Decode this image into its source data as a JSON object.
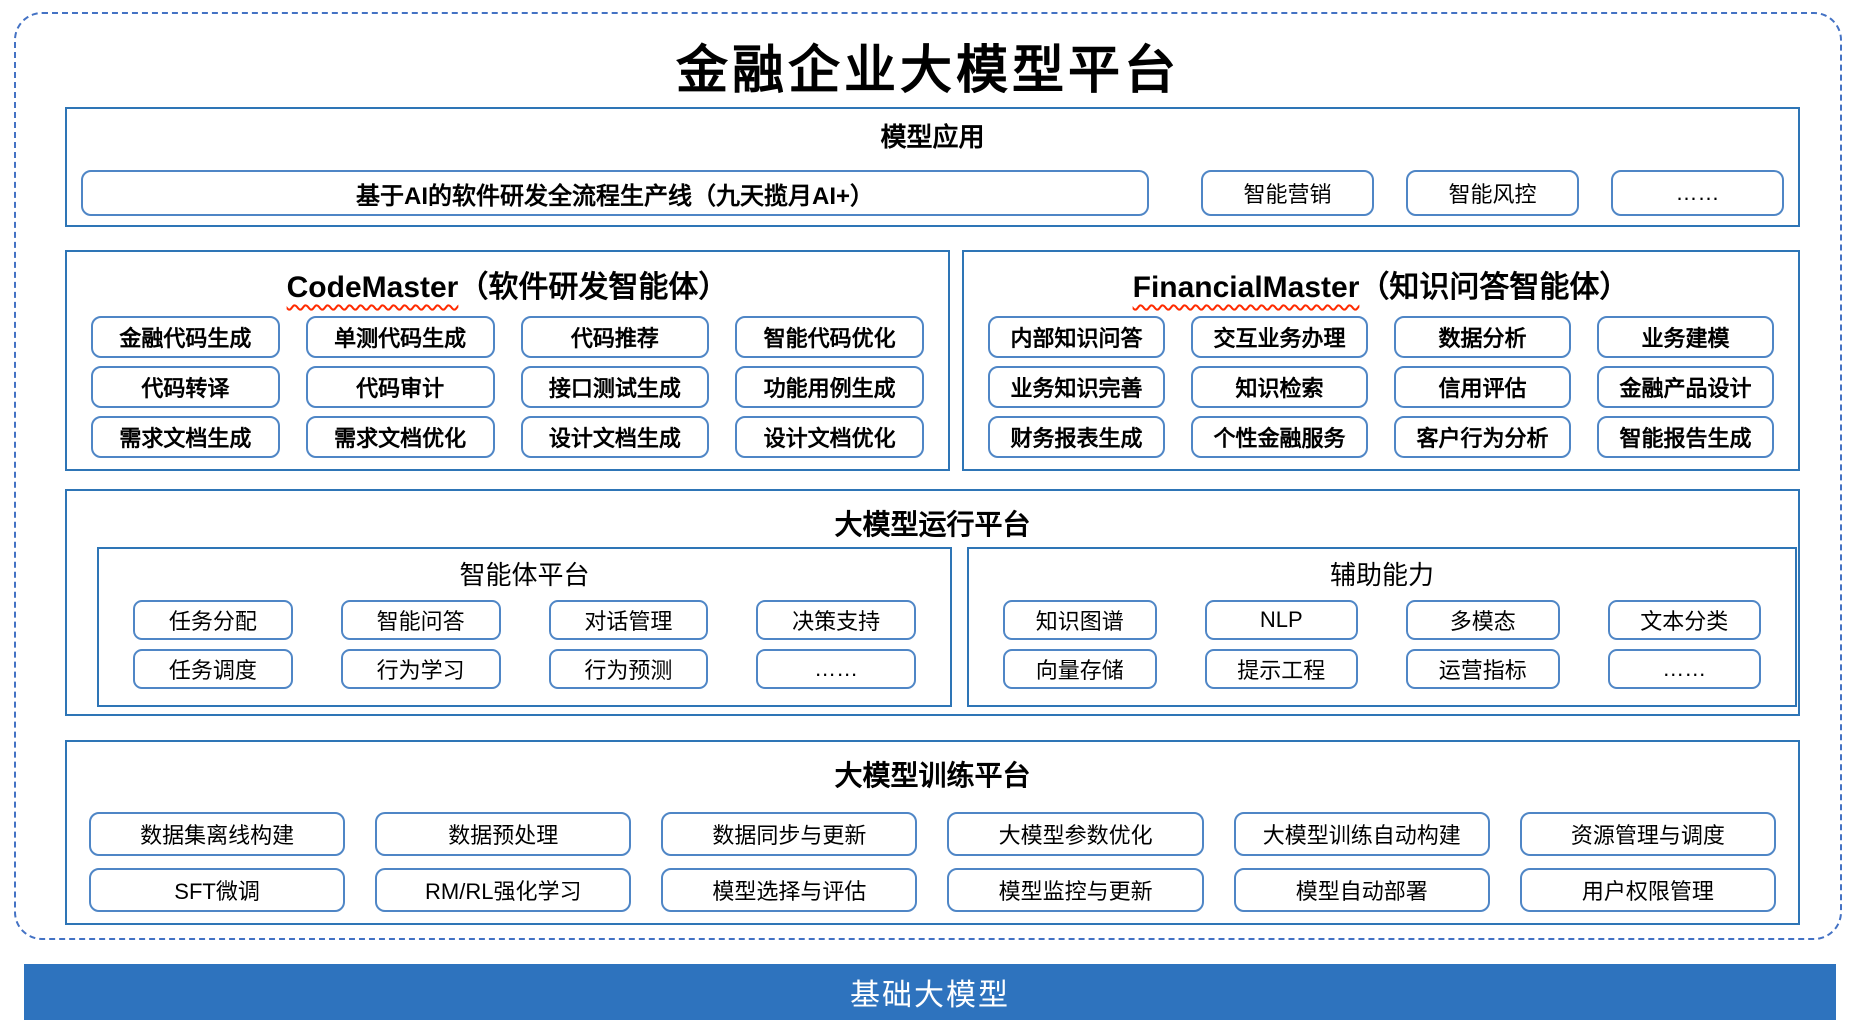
{
  "title": "金融企业大模型平台",
  "colors": {
    "frame_dash": "#4472C4",
    "section_border": "#2E75B6",
    "item_border": "#4F86C6",
    "foundation_bg": "#2E73BE",
    "squiggle": "#ff2a00"
  },
  "sections": {
    "model_app": {
      "title": "模型应用",
      "main_item": "基于AI的软件研发全流程生产线（九天揽月AI+）",
      "items": [
        "智能营销",
        "智能风控",
        "……"
      ]
    },
    "code_master": {
      "title_en": "CodeMaster",
      "title_zh": "（软件研发智能体）",
      "items": [
        "金融代码生成",
        "单测代码生成",
        "代码推荐",
        "智能代码优化",
        "代码转译",
        "代码审计",
        "接口测试生成",
        "功能用例生成",
        "需求文档生成",
        "需求文档优化",
        "设计文档生成",
        "设计文档优化"
      ]
    },
    "financial_master": {
      "title_en": "FinancialMaster",
      "title_zh": "（知识问答智能体）",
      "items": [
        "内部知识问答",
        "交互业务办理",
        "数据分析",
        "业务建模",
        "业务知识完善",
        "知识检索",
        "信用评估",
        "金融产品设计",
        "财务报表生成",
        "个性金融服务",
        "客户行为分析",
        "智能报告生成"
      ]
    },
    "runtime": {
      "title": "大模型运行平台",
      "agent_platform": {
        "title": "智能体平台",
        "items": [
          "任务分配",
          "智能问答",
          "对话管理",
          "决策支持",
          "任务调度",
          "行为学习",
          "行为预测",
          "……"
        ]
      },
      "aux_ability": {
        "title": "辅助能力",
        "items": [
          "知识图谱",
          "NLP",
          "多模态",
          "文本分类",
          "向量存储",
          "提示工程",
          "运营指标",
          "……"
        ]
      }
    },
    "training": {
      "title": "大模型训练平台",
      "items": [
        "数据集离线构建",
        "数据预处理",
        "数据同步与更新",
        "大模型参数优化",
        "大模型训练自动构建",
        "资源管理与调度",
        "SFT微调",
        "RM/RL强化学习",
        "模型选择与评估",
        "模型监控与更新",
        "模型自动部署",
        "用户权限管理"
      ]
    },
    "foundation": {
      "title": "基础大模型"
    }
  }
}
